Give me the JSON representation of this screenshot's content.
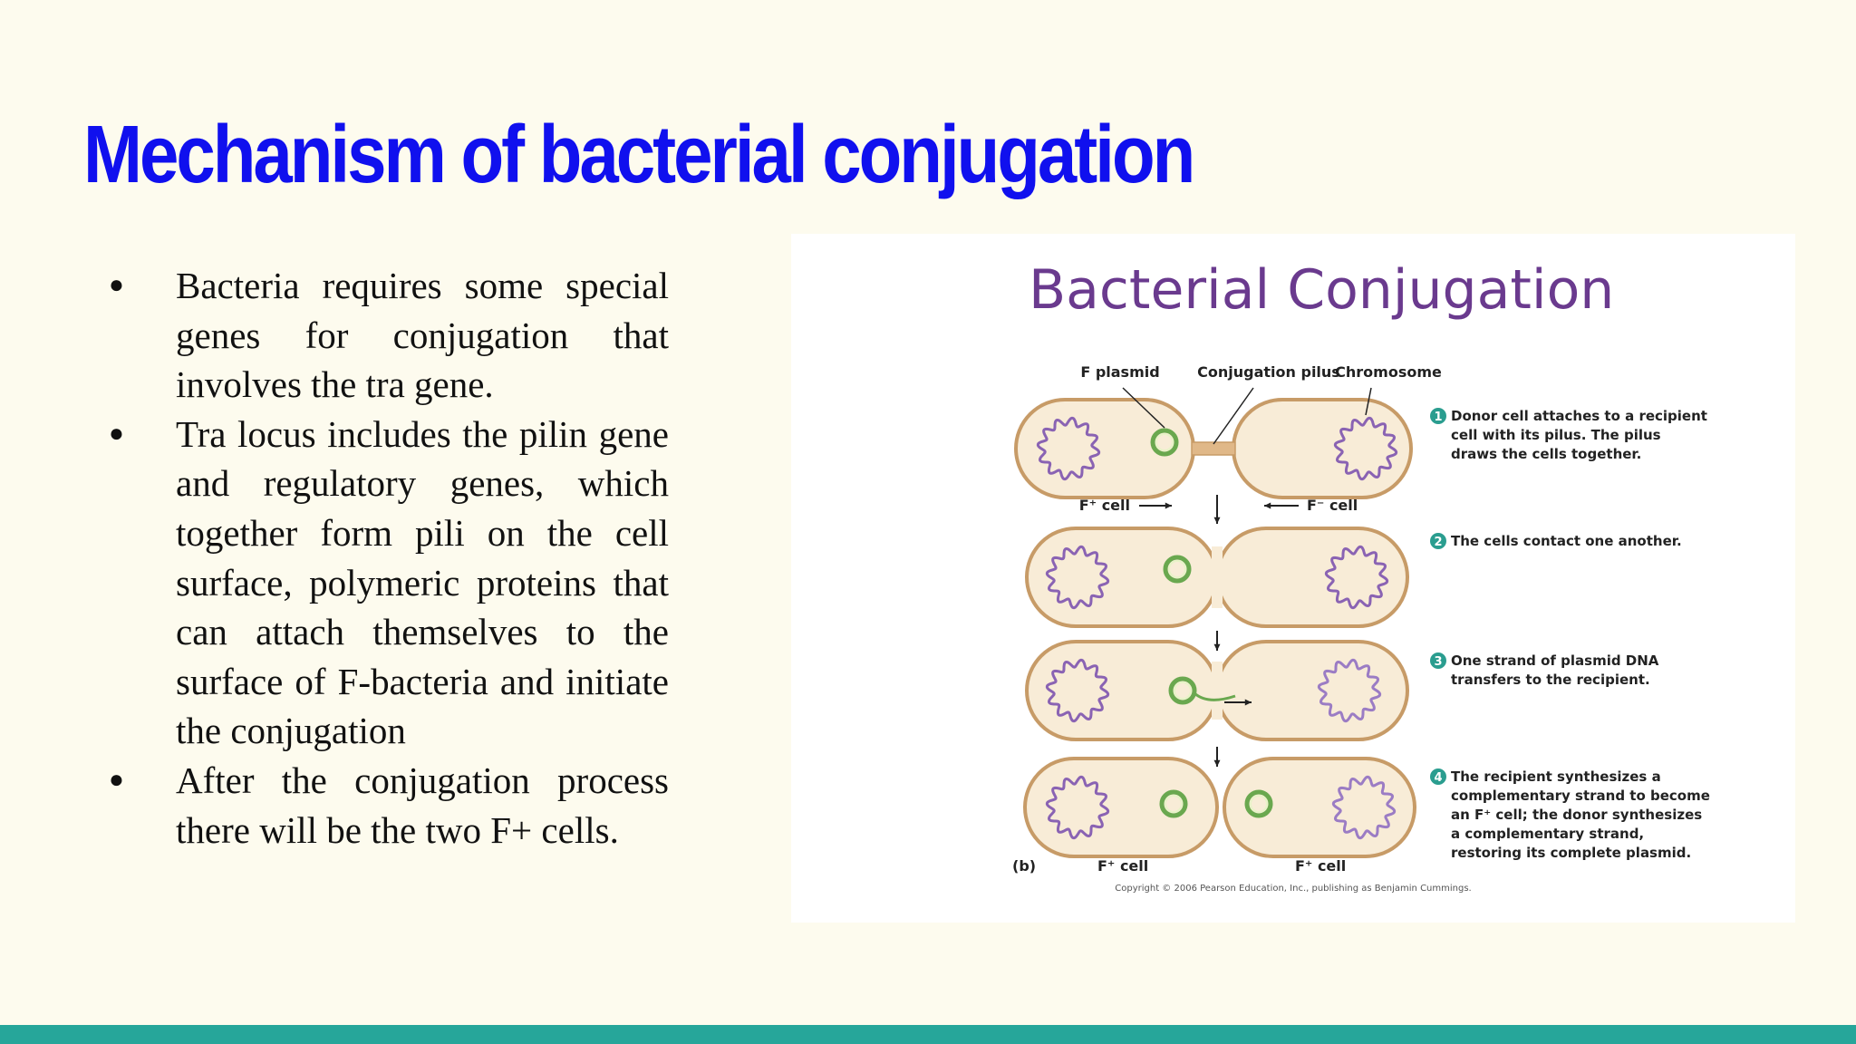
{
  "slide": {
    "title": "Mechanism of bacterial conjugation",
    "bullets": [
      "Bacteria requires some special genes for conjugation that involves the tra gene.",
      "Tra locus includes the pilin gene and regulatory genes, which together form pili on the cell surface, polymeric proteins that can attach themselves to the surface of F-bacteria and initiate the conjugation",
      "After the conjugation process there will be the two F+ cells."
    ],
    "accent_color": "#1010ee",
    "footer_color": "#26a69a"
  },
  "figure": {
    "title": "Bacterial Conjugation",
    "labels": {
      "f_plasmid": "F plasmid",
      "pilus": "Conjugation pilus",
      "chromosome": "Chromosome"
    },
    "cell_labels": {
      "f_plus": "F⁺ cell",
      "f_minus": "F⁻ cell"
    },
    "panel_label": "(b)",
    "steps": [
      {
        "number": "1",
        "lines": [
          "Donor cell attaches to a recipient",
          "cell with its pilus. The pilus",
          "draws the cells together."
        ]
      },
      {
        "number": "2",
        "lines": [
          "The cells contact one another."
        ]
      },
      {
        "number": "3",
        "lines": [
          "One strand of plasmid DNA",
          "transfers to the recipient."
        ]
      },
      {
        "number": "4",
        "lines": [
          "The recipient synthesizes a",
          "complementary strand to become",
          "an F⁺ cell; the donor synthesizes",
          "a complementary strand,",
          "restoring its complete plasmid."
        ]
      }
    ],
    "copyright": "Copyright © 2006 Pearson Education, Inc., publishing as Benjamin Cummings."
  }
}
